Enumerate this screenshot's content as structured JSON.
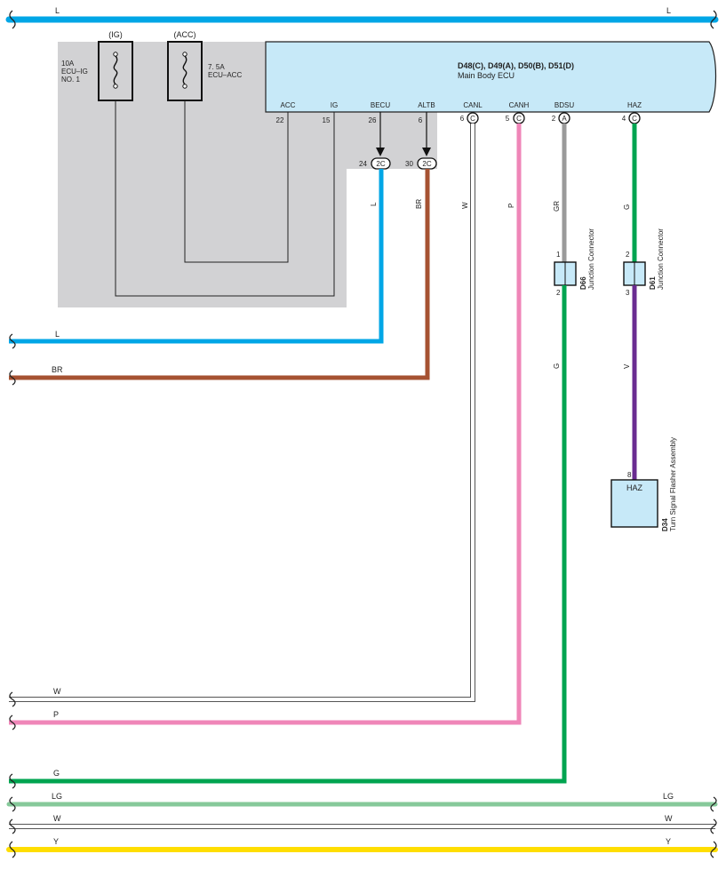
{
  "colors": {
    "L": "#00a6e6",
    "BR": "#a65232",
    "W": "#ffffff",
    "W_outline": "#555555",
    "P": "#ef86b8",
    "GR": "#9a9a9a",
    "G": "#00a450",
    "LG": "#86c99a",
    "Y": "#ffde00",
    "V": "#6a2c91",
    "ecu_fill": "#c7e9f8",
    "shade": "#d2d2d4"
  },
  "fuses": [
    {
      "tag": "(IG)",
      "rating": "10A",
      "name_lines": [
        "ECU–IG",
        "NO. 1"
      ]
    },
    {
      "tag": "(ACC)",
      "rating": "7. 5A",
      "name_lines": [
        "ECU–ACC"
      ]
    }
  ],
  "ecu": {
    "codes": "D48(C), D49(A), D50(B), D51(D)",
    "name": "Main Body ECU",
    "pins": [
      {
        "label": "ACC",
        "number": "22",
        "connector": ""
      },
      {
        "label": "IG",
        "number": "15",
        "connector": ""
      },
      {
        "label": "BECU",
        "number": "26",
        "connector": ""
      },
      {
        "label": "ALTB",
        "number": "6",
        "connector": ""
      },
      {
        "label": "CANL",
        "number": "6",
        "connector": "C"
      },
      {
        "label": "CANH",
        "number": "5",
        "connector": "C"
      },
      {
        "label": "BDSU",
        "number": "2",
        "connector": "A"
      },
      {
        "label": "HAZ",
        "number": "4",
        "connector": "C"
      }
    ]
  },
  "junction_pins": [
    {
      "number": "24",
      "connector": "2C"
    },
    {
      "number": "30",
      "connector": "2C"
    }
  ],
  "wire_labels": {
    "top": "L",
    "top_right": "L",
    "becu": "L",
    "altb": "BR",
    "canl": "W",
    "canh": "P",
    "bdsu": "GR",
    "haz": "G",
    "d66_out": "G",
    "d61_out": "V",
    "left_l": "L",
    "left_br": "BR",
    "left_w": "W",
    "left_p": "P",
    "left_g": "G",
    "bus_lg": "LG",
    "bus_lg_right": "LG",
    "bus_w": "W",
    "bus_w_right": "W",
    "bus_y": "Y",
    "bus_y_right": "Y"
  },
  "components": {
    "d66": {
      "code": "D66",
      "name": "Junction Connector",
      "pin_in": "1",
      "pin_out": "2"
    },
    "d61": {
      "code": "D61",
      "name": "Junction Connector",
      "pin_in": "2",
      "pin_out": "3"
    },
    "d34": {
      "code": "D34",
      "name": "Turn Signal Flasher Assembly",
      "pin": "8",
      "terminal": "HAZ"
    }
  }
}
